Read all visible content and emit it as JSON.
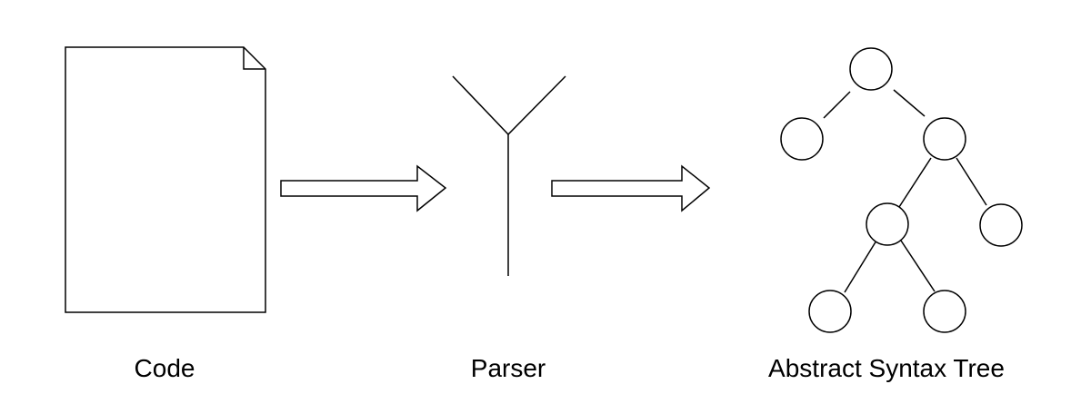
{
  "labels": {
    "code": "Code",
    "parser": "Parser",
    "ast": "Abstract Syntax Tree"
  },
  "colors": {
    "stroke": "#000000",
    "background": "#ffffff"
  },
  "icons": [
    "document-icon",
    "parser-icon",
    "tree-icon",
    "arrow-right-icon"
  ]
}
